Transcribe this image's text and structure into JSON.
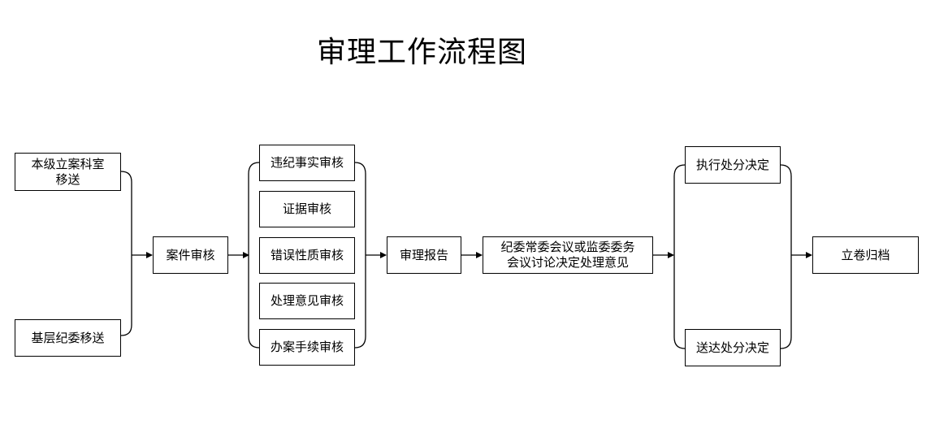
{
  "title": "审理工作流程图",
  "nodes": {
    "src_county": "本级立案科室\n移送",
    "src_base": "基层纪委移送",
    "case_review": "案件审核",
    "fact_review": "违纪事实审核",
    "evidence_review": "证据审核",
    "nature_review": "错误性质审核",
    "opinion_review": "处理意见审核",
    "procedure_review": "办案手续审核",
    "report": "审理报告",
    "meeting": "纪委常委会议或监委委务\n会议讨论决定处理意见",
    "execute": "执行处分决定",
    "deliver": "送达处分决定",
    "archive": "立卷归档"
  }
}
